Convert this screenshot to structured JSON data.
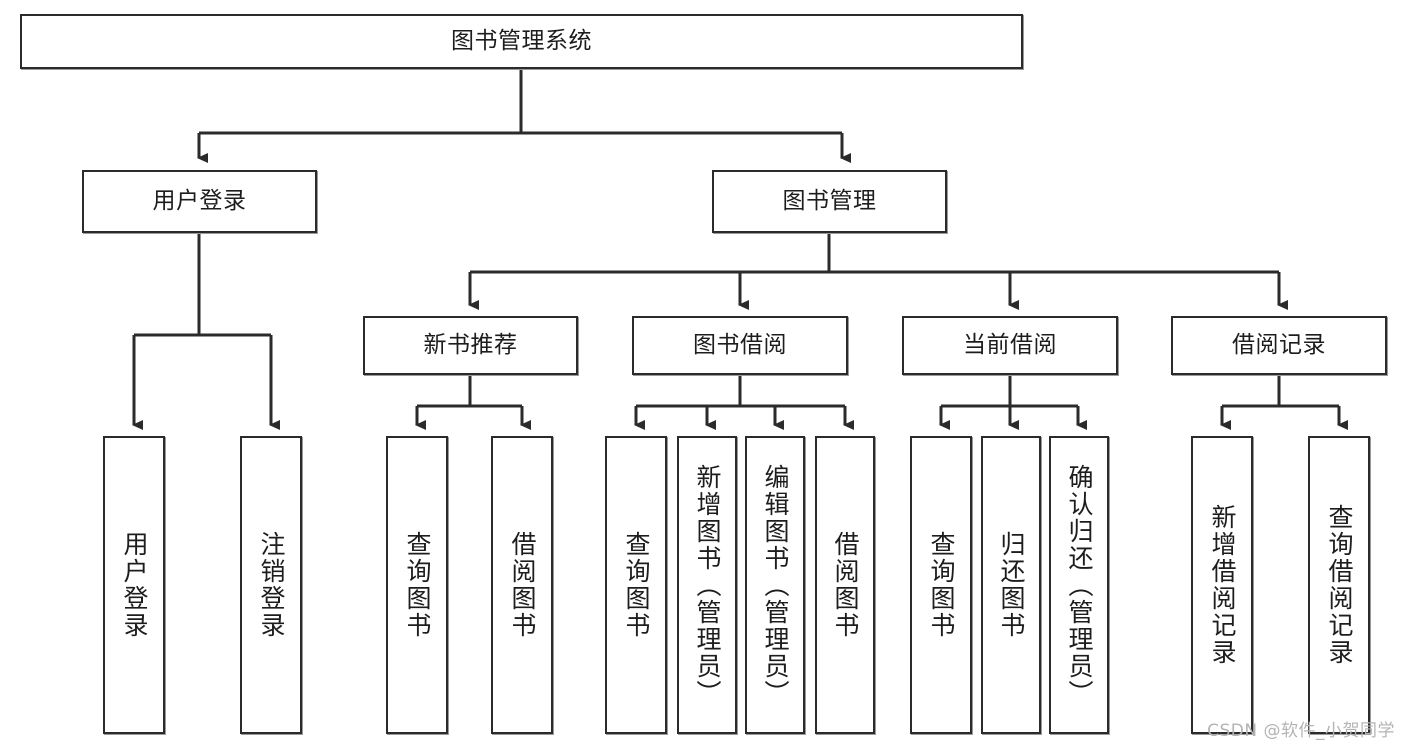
{
  "diagram": {
    "title": "图书管理系统",
    "watermark": "CSDN @软件_小贺同学",
    "line_color": "#2b2b2b",
    "box_fill": "#ffffff",
    "text_color": "#1d1d1d",
    "watermark_color": "#b4b4b4",
    "root": {
      "label": "图书管理系统"
    },
    "level2": [
      {
        "label": "用户登录"
      },
      {
        "label": "图书管理"
      }
    ],
    "level3": [
      {
        "label": "新书推荐"
      },
      {
        "label": "图书借阅"
      },
      {
        "label": "当前借阅"
      },
      {
        "label": "借阅记录"
      }
    ],
    "leaves": {
      "user_login": [
        {
          "label": "用户登录"
        },
        {
          "label": "注销登录"
        }
      ],
      "new_book": [
        {
          "label": "查询图书"
        },
        {
          "label": "借阅图书"
        }
      ],
      "book_borrow": [
        {
          "label": "查询图书"
        },
        {
          "label": "新增图书（管理员）"
        },
        {
          "label": "编辑图书（管理员）"
        },
        {
          "label": "借阅图书"
        }
      ],
      "current_borrow": [
        {
          "label": "查询图书"
        },
        {
          "label": "归还图书"
        },
        {
          "label": "确认归还（管理员）"
        }
      ],
      "borrow_record": [
        {
          "label": "新增借阅记录"
        },
        {
          "label": "查询借阅记录"
        }
      ]
    }
  }
}
